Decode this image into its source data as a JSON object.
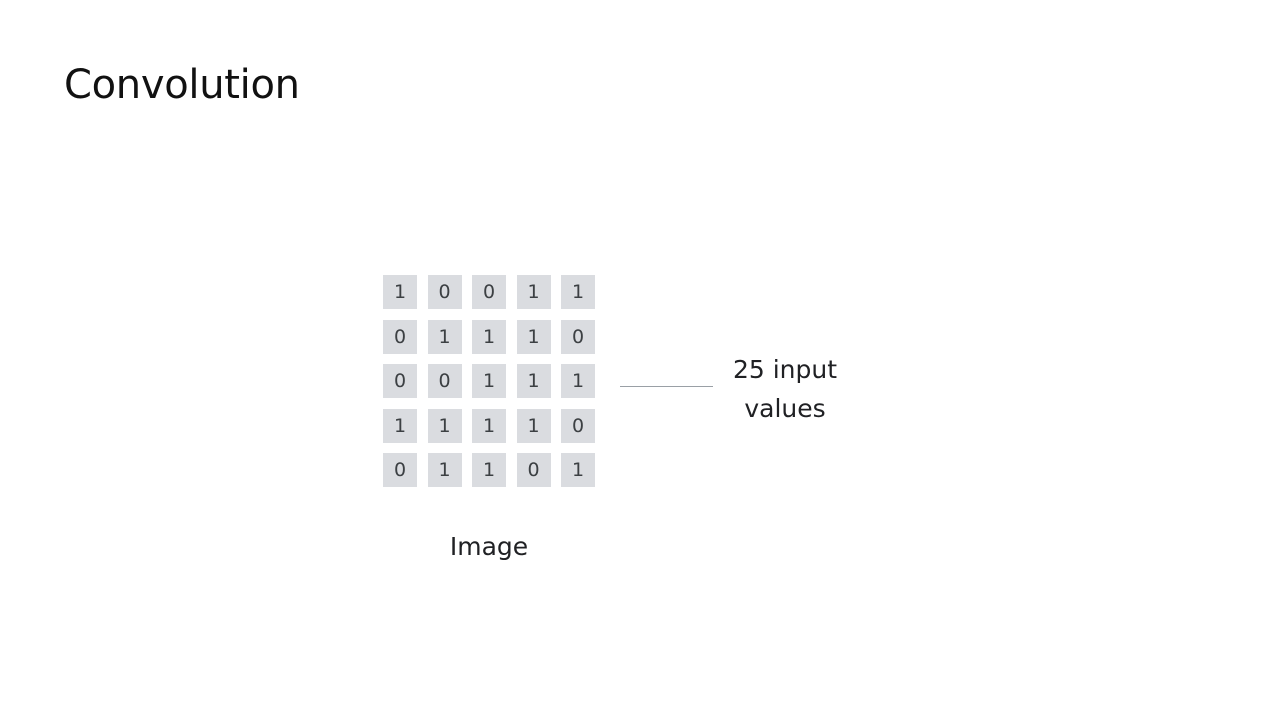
{
  "slide": {
    "title": "Convolution"
  },
  "image_grid": {
    "rows": [
      [
        "1",
        "0",
        "0",
        "1",
        "1"
      ],
      [
        "0",
        "1",
        "1",
        "1",
        "0"
      ],
      [
        "0",
        "0",
        "1",
        "1",
        "1"
      ],
      [
        "1",
        "1",
        "1",
        "1",
        "0"
      ],
      [
        "0",
        "1",
        "1",
        "0",
        "1"
      ]
    ],
    "caption": "Image",
    "cell_color": "#dadce0"
  },
  "annotation": {
    "line1": "25 input",
    "line2": "values"
  }
}
